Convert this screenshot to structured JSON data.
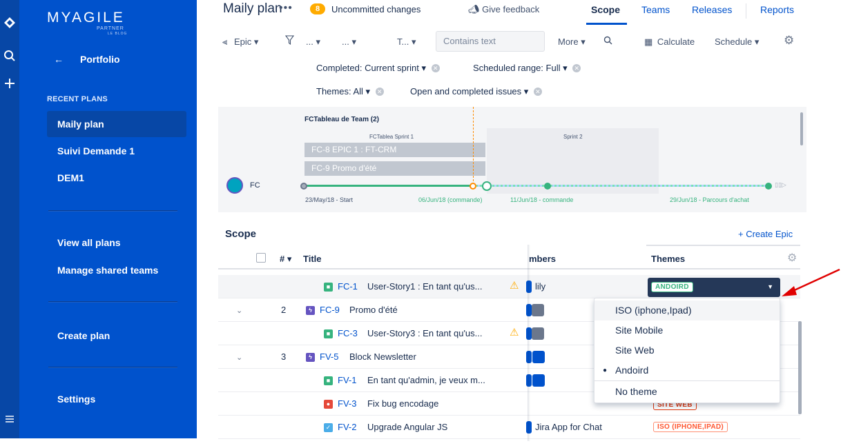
{
  "sidebar": {
    "logo_text": "MYAGILE",
    "logo_sub": "PARTNER",
    "logo_sub2": "LE BLOG",
    "back_label": "←",
    "portfolio_label": "Portfolio",
    "recent_label": "RECENT PLANS",
    "recent_plans": [
      "Maily plan",
      "Suivi Demande 1",
      "DEM1"
    ],
    "view_all": "View all plans",
    "manage_teams": "Manage shared teams",
    "create_plan": "Create plan",
    "settings": "Settings"
  },
  "header": {
    "plan_title": "Maily plan",
    "more": "•••",
    "uncommitted_count": "8",
    "uncommitted_label": "Uncommitted changes",
    "feedback": "Give feedback",
    "tabs": [
      "Scope",
      "Teams",
      "Releases",
      "Reports"
    ],
    "active_tab": "Scope"
  },
  "toolbar": {
    "hierarchy": "Epic",
    "filter_a": "...",
    "filter_b": "...",
    "filter_c": "T...",
    "text_placeholder": "Contains text",
    "more": "More",
    "calculate": "Calculate",
    "schedule": "Schedule",
    "chips": [
      "Completed: Current sprint",
      "Scheduled range: Full",
      "Themes: All",
      "Open and completed issues"
    ]
  },
  "timeline": {
    "team": "FCTableau de Team (2)",
    "sprint1": "FCTablea Sprint 1",
    "sprint2": "Sprint 2",
    "bars": [
      "FC-8 EPIC 1 : FT-CRM",
      "FC-9 Promo d'été"
    ],
    "avatar_label": "FC",
    "dates": [
      "23/May/18 - Start",
      "06/Jun/18 (commande)",
      "11/Jun/18 - commande",
      "29/Jun/18 - Parcours d'achat"
    ]
  },
  "scope": {
    "heading": "Scope",
    "create_epic": "+ Create Epic",
    "col_num": "#",
    "col_title": "Title",
    "col_members": "mbers",
    "col_themes": "Themes",
    "rows": [
      {
        "num": "",
        "key": "FC-1",
        "summary": "User-Story1 : En tant qu'us...",
        "warn": "⚠",
        "member": "lily"
      },
      {
        "num": "2",
        "key": "FC-9",
        "summary": "Promo d'été",
        "warn": "",
        "member": ""
      },
      {
        "num": "",
        "key": "FC-3",
        "summary": "User-Story3 : En tant qu'us...",
        "warn": "⚠",
        "member": ""
      },
      {
        "num": "3",
        "key": "FV-5",
        "summary": "Block Newsletter",
        "warn": "",
        "member": ""
      },
      {
        "num": "",
        "key": "FV-1",
        "summary": "En tant qu'admin, je veux m...",
        "warn": "",
        "member": ""
      },
      {
        "num": "",
        "key": "FV-3",
        "summary": "Fix bug encodage",
        "warn": "",
        "member": ""
      },
      {
        "num": "",
        "key": "FV-2",
        "summary": "Upgrade Angular JS",
        "warn": "",
        "member": "Jira App for Chat"
      }
    ],
    "theme_selected": "ANDOIRD",
    "theme_lozenges": [
      "SITE WEB",
      "ISO (IPHONE,IPAD)"
    ],
    "dropdown": [
      "ISO (iphone,Ipad)",
      "Site Mobile",
      "Site Web",
      "Andoird",
      "No theme"
    ]
  },
  "colors": {
    "sidebar": "#0052cc",
    "accent": "#0052cc",
    "badge": "#ffab00",
    "theme_green": "#36b37e",
    "theme_red": "#de350b",
    "arrow": "#e00000"
  }
}
